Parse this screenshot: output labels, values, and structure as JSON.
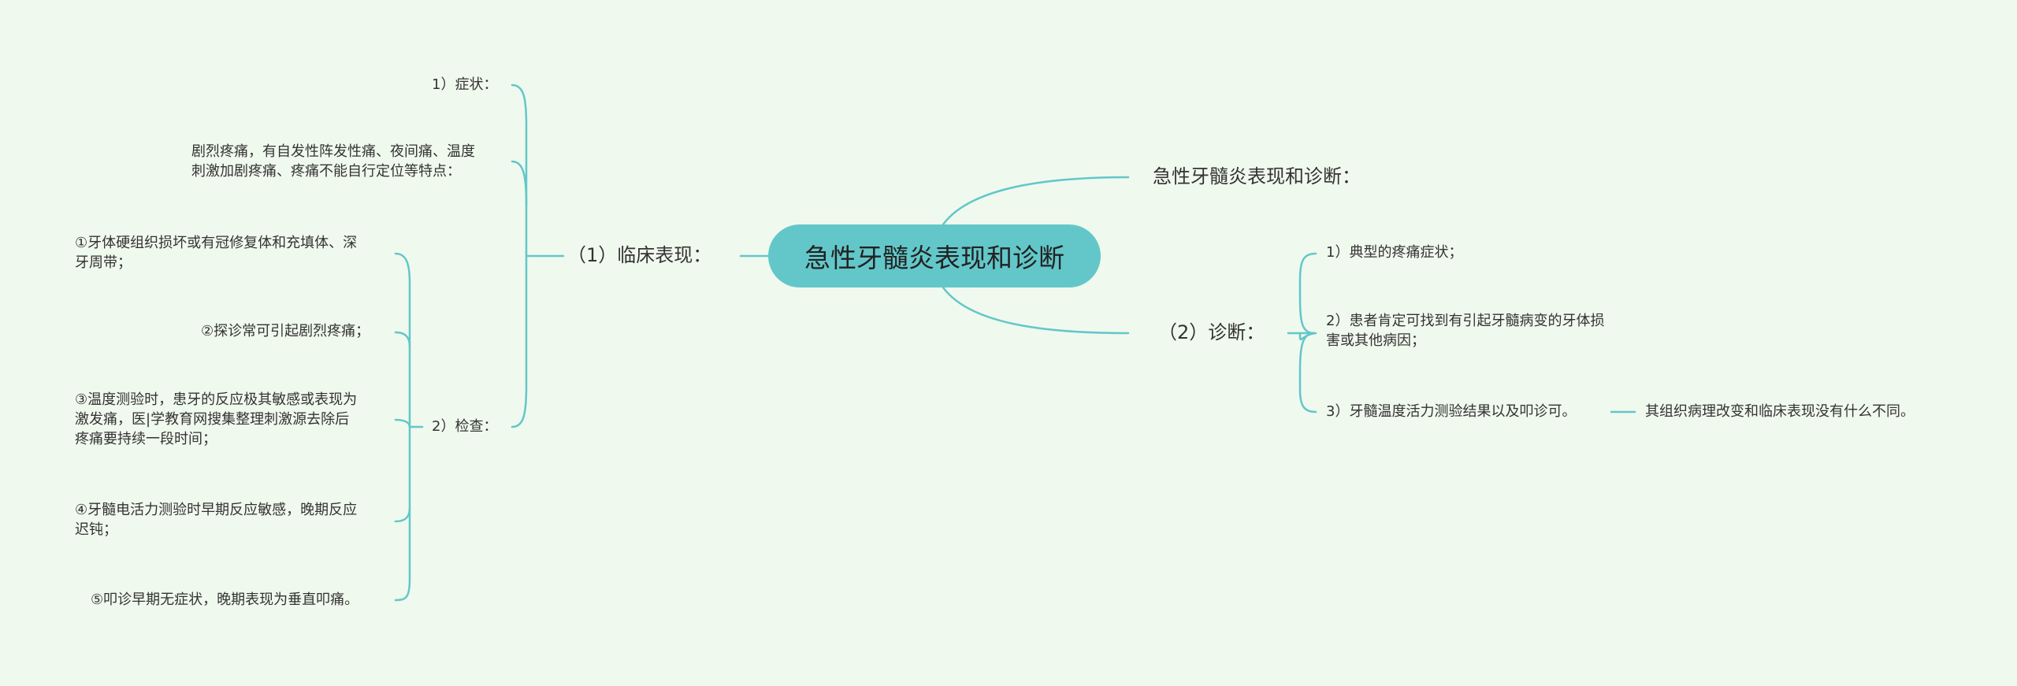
{
  "root": "急性牙髓炎表现和诊断",
  "right_title": "急性牙髓炎表现和诊断：",
  "clinical": {
    "label": "（1）临床表现：",
    "symptoms_label": "1）症状：",
    "symptoms_desc": [
      "剧烈疼痛，有自发性阵发性痛、夜间痛、温度",
      "刺激加剧疼痛、疼痛不能自行定位等特点："
    ],
    "exam_label": "2）检查：",
    "exam_items": [
      [
        "①牙体硬组织损坏或有冠修复体和充填体、深",
        "牙周带；"
      ],
      [
        "②探诊常可引起剧烈疼痛；"
      ],
      [
        "③温度测验时，患牙的反应极其敏感或表现为",
        "激发痛，医|学教育网搜集整理刺激源去除后",
        "疼痛要持续一段时间；"
      ],
      [
        "④牙髓电活力测验时早期反应敏感，晚期反应",
        "迟钝；"
      ],
      [
        "⑤叩诊早期无症状，晚期表现为垂直叩痛。"
      ]
    ]
  },
  "diagnosis": {
    "label": "（2）诊断：",
    "items": [
      [
        "1）典型的疼痛症状；"
      ],
      [
        "2）患者肯定可找到有引起牙髓病变的牙体损",
        "害或其他病因；"
      ],
      [
        "3）牙髓温度活力测验结果以及叩诊可。"
      ]
    ],
    "note": "其组织病理改变和临床表现没有什么不同。"
  },
  "colors": {
    "background": "#f0f9ee",
    "root_fill": "#63c7c9",
    "line": "#63c7c9"
  }
}
